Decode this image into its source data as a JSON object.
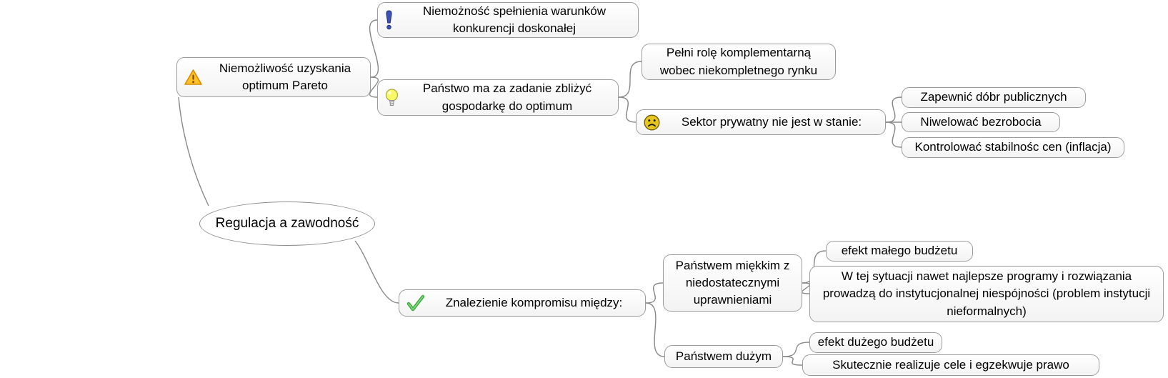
{
  "colors": {
    "edge": "#8a8a8a",
    "node_border": "#9c9c9c",
    "text": "#000000",
    "warning_yellow": "#ffc125",
    "warning_border": "#d98c00",
    "exclamation_blue": "#3a52b5",
    "bulb_yellow": "#f9f967",
    "sad_face_yellow": "#e7c71f",
    "check_green": "#3fae3f"
  },
  "nodes": {
    "root": {
      "label": "Regulacja a zawodność"
    },
    "pareto": {
      "label": "Niemożliwość uzyskania optimum Pareto",
      "icon": "warning-icon"
    },
    "niemoznosc": {
      "label": "Niemożność spełnienia warunków konkurencji doskonałej",
      "icon": "exclamation-icon"
    },
    "panstwo": {
      "label": "Państwo ma za zadanie zbliżyć gospodarkę do optimum",
      "icon": "lightbulb-icon"
    },
    "pelni": {
      "label": "Pełni rolę komplementarną wobec niekompletnego rynku"
    },
    "sektor": {
      "label": "Sektor prywatny nie jest w stanie:",
      "icon": "sad-face-icon"
    },
    "zapewnic": {
      "label": "Zapewnić dóbr publicznych"
    },
    "niwelowac": {
      "label": "Niwelować bezrobocia"
    },
    "kontrolowac": {
      "label": "Kontrolować stabilnośc cen (inflacja)"
    },
    "znalezienie": {
      "label": "Znalezienie kompromisu między:",
      "icon": "check-icon"
    },
    "miekkim": {
      "label": "Państwem miękkim z niedostatecznymi uprawnieniami"
    },
    "malego": {
      "label": "efekt małego budżetu"
    },
    "wtej": {
      "label": "W tej sytuacji nawet najlepsze programy i rozwiązania prowadzą do instytucjonalnej niespójności (problem instytucji nieformalnych)"
    },
    "duzym": {
      "label": "Państwem dużym"
    },
    "duzego": {
      "label": "efekt dużego budżetu"
    },
    "skutecznie": {
      "label": "Skutecznie realizuje cele i egzekwuje prawo"
    }
  }
}
